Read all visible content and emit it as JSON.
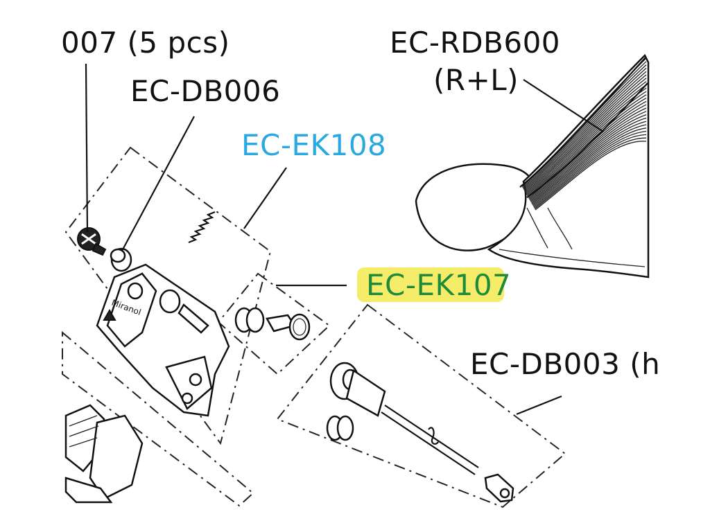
{
  "colors": {
    "default_label": "#111111",
    "ek108_label": "#29a9e0",
    "ek107_label": "#1f8a3a",
    "ek107_highlight": "#f5ec6a"
  },
  "labels": {
    "screw": "007 (5 pcs)",
    "ferrule": "EC-DB006",
    "spring_kit": "EC-EK108",
    "lever_line1": "EC-RDB600",
    "lever_line2": "(R+L)",
    "piston_kit": "EC-EK107",
    "hose_kit": "EC-DB003 (h"
  },
  "icons": [
    "screw-icon",
    "ferrule-icon",
    "spring-icon",
    "master-cylinder-body",
    "oring-pair-icon",
    "piston-icon",
    "hose-icon",
    "bleed-nipple-icon",
    "brake-lever-blade",
    "lever-clamp-icon"
  ]
}
